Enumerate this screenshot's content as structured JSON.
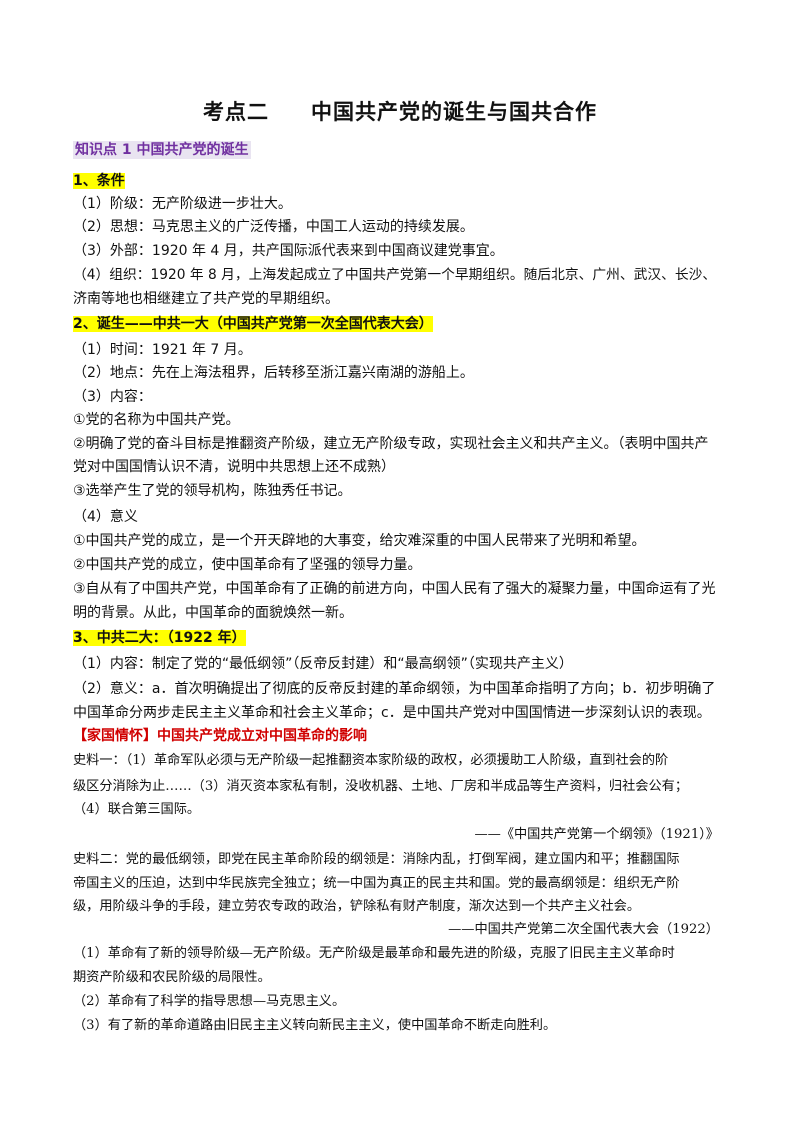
{
  "title": {
    "part1": "考点二",
    "part2": "中国共产党的诞生与国共合作"
  },
  "kp1": "知识点 1  中国共产党的诞生",
  "s1": {
    "heading": "1、条件",
    "items": [
      "（1）阶级：无产阶级进一步壮大。",
      "（2）思想：马克思主义的广泛传播，中国工人运动的持续发展。",
      "（3）外部：1920 年 4 月，共产国际派代表来到中国商议建党事宜。",
      "（4）组织：1920 年 8 月，上海发起成立了中国共产党第一个早期组织。随后北京、广州、武汉、长沙、",
      "济南等地也相继建立了共产党的早期组织。"
    ]
  },
  "s2": {
    "heading": "2、诞生——中共一大（中国共产党第一次全国代表大会）",
    "items": [
      "（1）时间：1921 年 7 月。",
      "（2）地点：先在上海法租界，后转移至浙江嘉兴南湖的游船上。",
      "（3）内容：",
      "①党的名称为中国共产党。",
      "②明确了党的奋斗目标是推翻资产阶级，建立无产阶级专政，实现社会主义和共产主义。（表明中国共产",
      "党对中国国情认识不清，说明中共思想上还不成熟）",
      "③选举产生了党的领导机构，陈独秀任书记。",
      "（4）意义",
      "①中国共产党的成立，是一个开天辟地的大事变，给灾难深重的中国人民带来了光明和希望。",
      "②中国共产党的成立，使中国革命有了坚强的领导力量。",
      "③自从有了中国共产党，中国革命有了正确的前进方向，中国人民有了强大的凝聚力量，中国命运有了光",
      "明的背景。从此，中国革命的面貌焕然一新。"
    ]
  },
  "s3": {
    "heading": "3、中共二大：（1922 年）",
    "items": [
      "（1）内容：制定了党的“最低纲领”（反帝反封建）和“最高纲领”（实现共产主义）",
      "（2）意义：a．首次明确提出了彻底的反帝反封建的革命纲领，为中国革命指明了方向；b．初步明确了",
      "中国革命分两步走民主主义革命和社会主义革命；c．是中国共产党对中国国情进一步深刻认识的表现。"
    ]
  },
  "feeling": {
    "tag": "【家国情怀】",
    "title": "中国共产党成立对中国革命的影响",
    "m1": [
      "史料一：（1）革命军队必须与无产阶级一起推翻资本家阶级的政权，必须援助工人阶级，直到社会的阶",
      "级区分消除为止……（3）消灭资本家私有制，没收机器、土地、厂房和半成品等生产资料，归社会公有；",
      "（4）联合第三国际。"
    ],
    "m1_source": "——《中国共产党第一个纲领》（1921）》",
    "m2": [
      "史料二：党的最低纲领，即党在民主革命阶段的纲领是：消除内乱，打倒军阀，建立国内和平；推翻国际",
      "帝国主义的压迫，达到中华民族完全独立；统一中国为真正的民主共和国。党的最高纲领是：组织无产阶",
      "级，用阶级斗争的手段，建立劳农专政的政治，铲除私有财产制度，渐次达到一个共产主义社会。"
    ],
    "m2_source": "——中国共产党第二次全国代表大会（1922）",
    "answers": [
      "（1）革命有了新的领导阶级—无产阶级。无产阶级是最革命和最先进的阶级，克服了旧民主主义革命时",
      "期资产阶级和农民阶级的局限性。",
      "（2）革命有了科学的指导思想—马克思主义。",
      "（3）有了新的革命道路由旧民主主义转向新民主主义，使中国革命不断走向胜利。"
    ]
  }
}
